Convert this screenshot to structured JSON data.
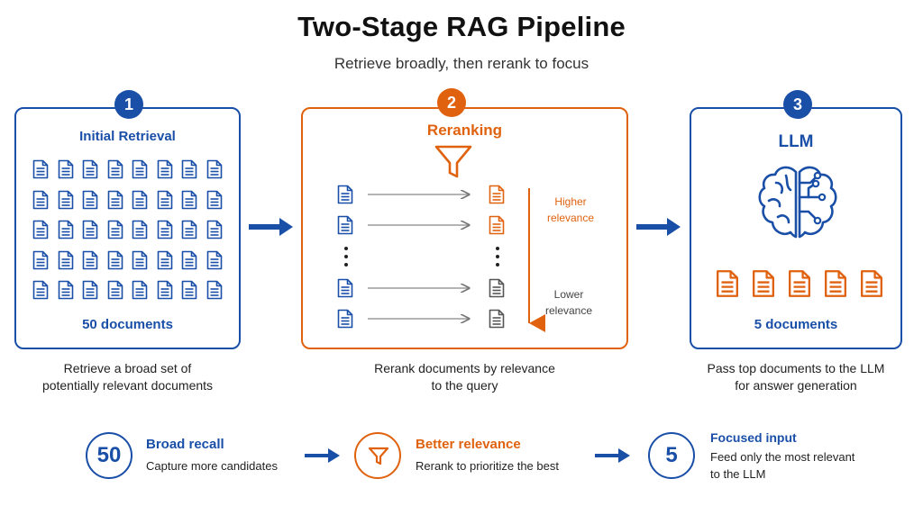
{
  "header": {
    "title": "Two-Stage RAG Pipeline",
    "subtitle": "Retrieve broadly, then rerank to focus"
  },
  "stages": [
    {
      "number": "1",
      "title": "Initial Retrieval",
      "count_label": "50 documents",
      "caption_line1": "Retrieve a broad set of",
      "caption_line2": "potentially relevant documents",
      "doc_icons_shown": 40
    },
    {
      "number": "2",
      "title": "Reranking",
      "higher_label_line1": "Higher",
      "higher_label_line2": "relevance",
      "lower_label_line1": "Lower",
      "lower_label_line2": "relevance",
      "caption_line1": "Rerank documents by relevance",
      "caption_line2": "to the query"
    },
    {
      "number": "3",
      "title": "LLM",
      "count_label": "5 documents",
      "caption_line1": "Pass top documents to the LLM",
      "caption_line2": "for answer generation",
      "doc_icons_shown": 5
    }
  ],
  "summary": [
    {
      "value": "50",
      "heading": "Broad recall",
      "desc_line1": "Capture more candidates",
      "desc_line2": ""
    },
    {
      "icon": "funnel-icon",
      "heading": "Better relevance",
      "desc_line1": "Rerank to prioritize the best",
      "desc_line2": ""
    },
    {
      "value": "5",
      "heading": "Focused input",
      "desc_line1": "Feed only the most relevant",
      "desc_line2": "to the LLM"
    }
  ],
  "colors": {
    "blue": "#1a4fa8",
    "orange": "#e0620f",
    "gray": "#555555"
  }
}
